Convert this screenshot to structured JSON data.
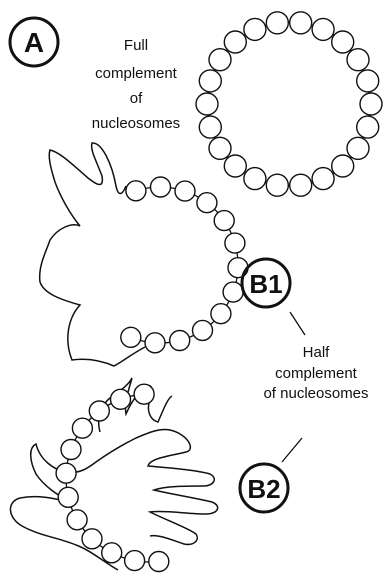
{
  "panels": {
    "a": {
      "label": "A"
    },
    "b1": {
      "label": "B1"
    },
    "b2": {
      "label": "B2"
    }
  },
  "captions": {
    "full": [
      "Full",
      "complement",
      "of",
      "nucleosomes"
    ],
    "half": [
      "Half",
      "complement",
      "of nucleosomes"
    ]
  },
  "colors": {
    "ink": "#111111",
    "background": "#ffffff"
  }
}
